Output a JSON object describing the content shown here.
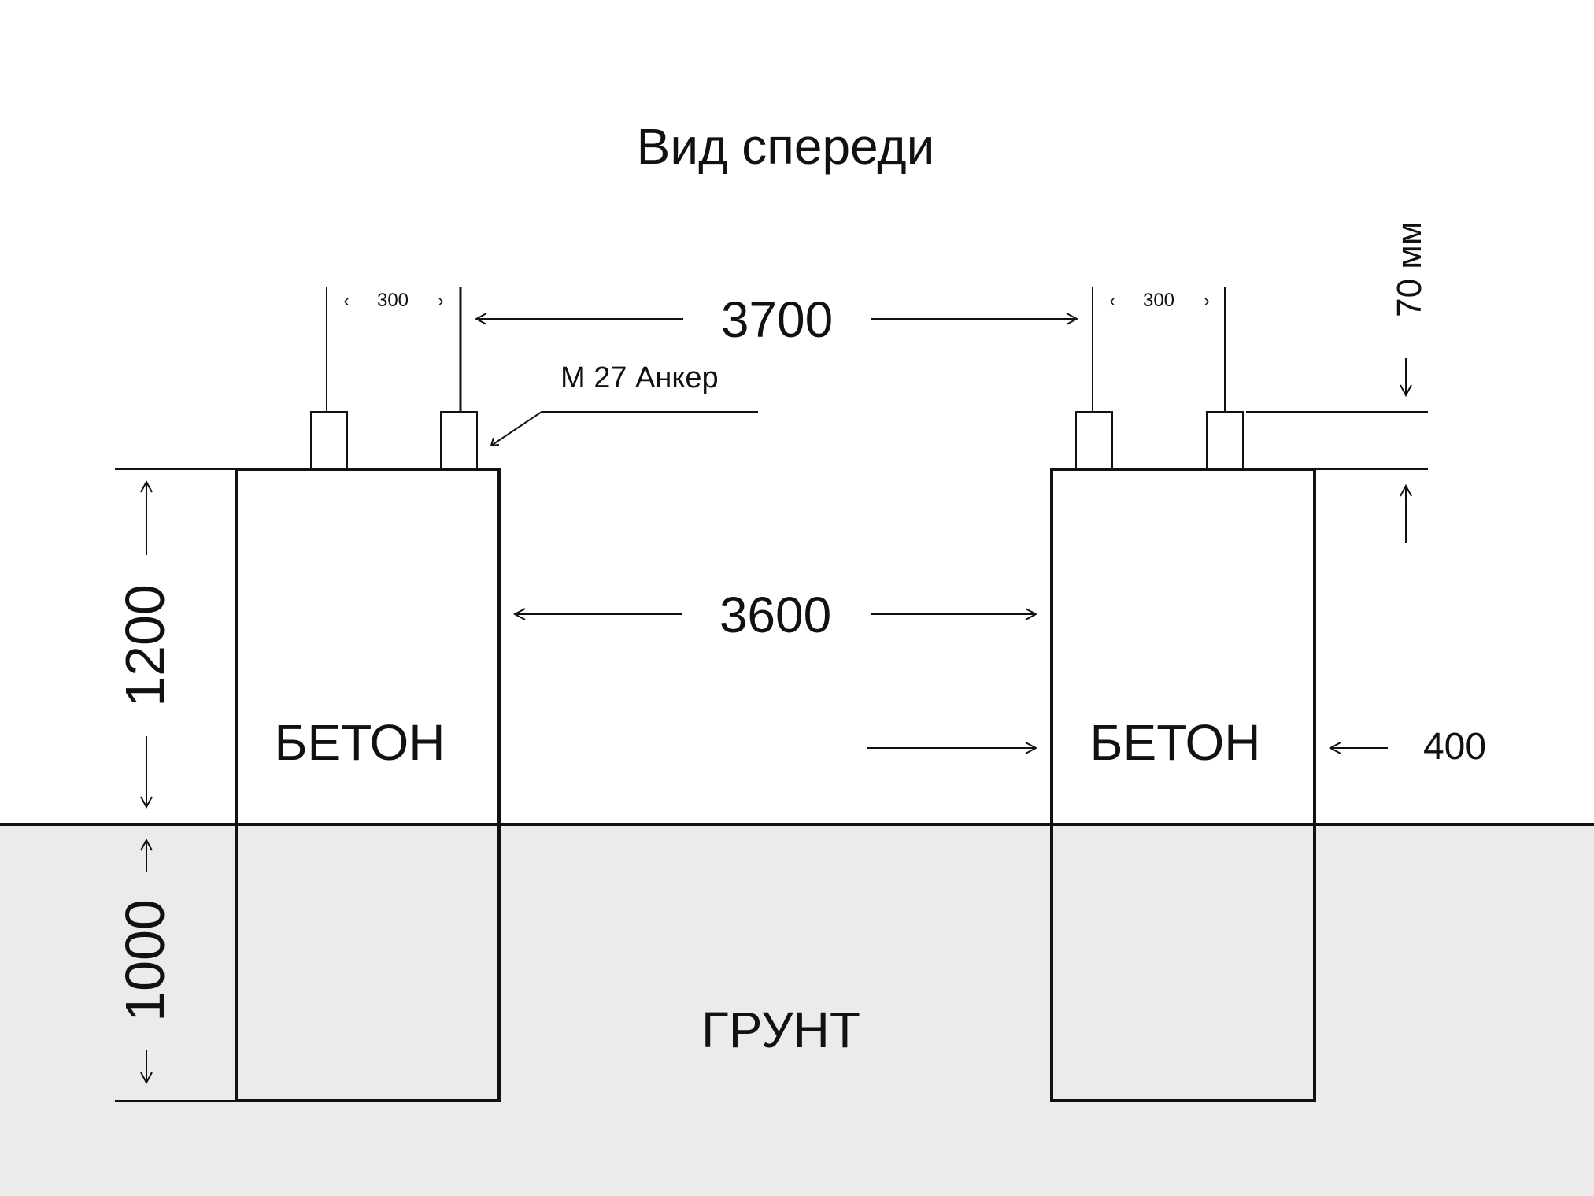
{
  "diagram": {
    "title": "Вид спереди",
    "anchor_label": "М 27 Анкер",
    "material_label": "БЕТОН",
    "soil_label": "ГРУНТ",
    "dimensions": {
      "anchor_spacing": "300",
      "anchor_axis_distance": "3700",
      "clear_distance": "3600",
      "above_ground_height": "1200",
      "below_ground_depth": "1000",
      "footing_width": "400",
      "anchor_protrusion": "70 мм"
    },
    "colors": {
      "soil": "#ebebeb",
      "line": "#111111",
      "hatch": "#a8a8a8",
      "background": "#ffffff"
    }
  }
}
